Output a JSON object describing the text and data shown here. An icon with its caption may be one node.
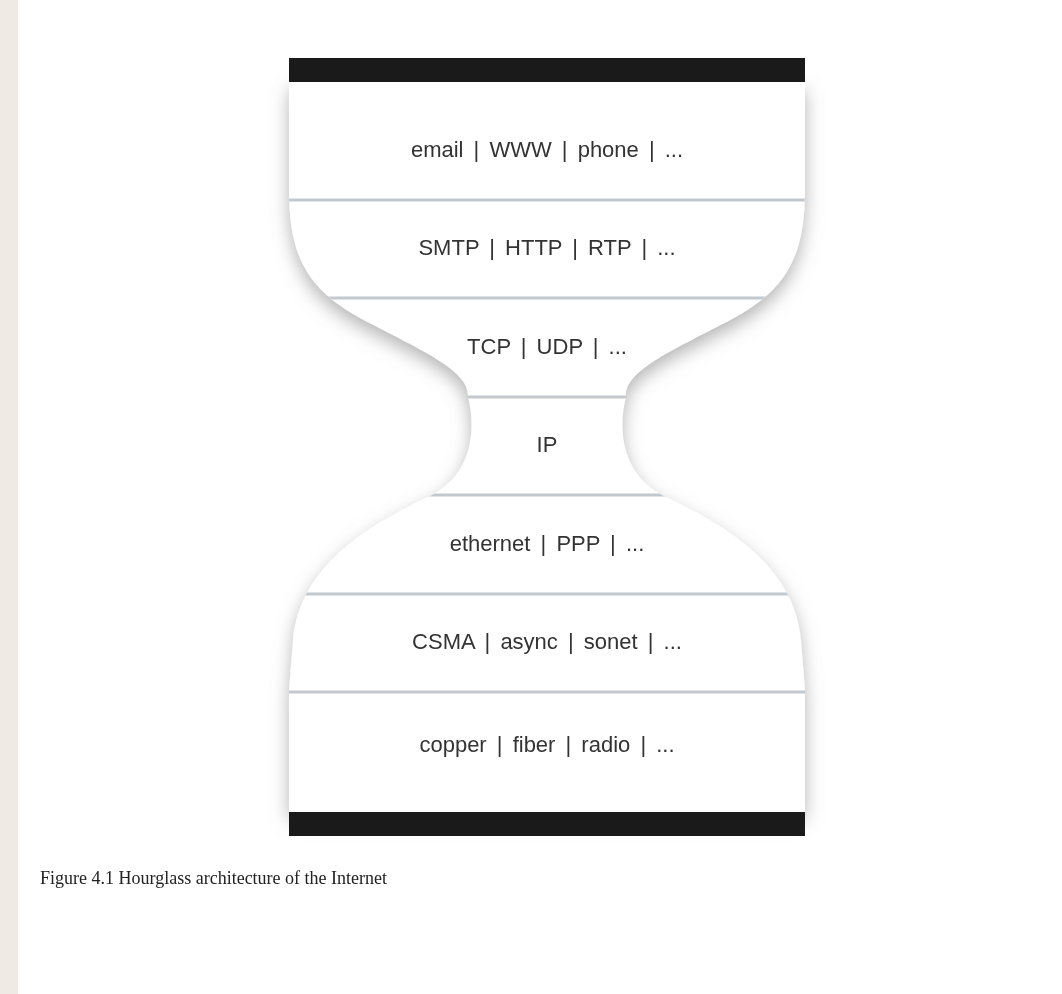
{
  "diagram": {
    "caption": "Figure 4.1  Hourglass architecture of the Internet",
    "nodes": [
      {
        "text": [
          "email | WWW | phone | ..."
        ]
      },
      {
        "text": [
          "SMTP | HTTP | RTP | ..."
        ]
      },
      {
        "text": [
          "TCP | UDP | ..."
        ]
      },
      {
        "text": [
          "IP"
        ]
      },
      {
        "text": [
          "ethernet | PPP | ..."
        ]
      },
      {
        "text": [
          "CSMA | async | sonet | ..."
        ]
      },
      {
        "text": [
          "copper | fiber | radio | ..."
        ]
      }
    ]
  }
}
